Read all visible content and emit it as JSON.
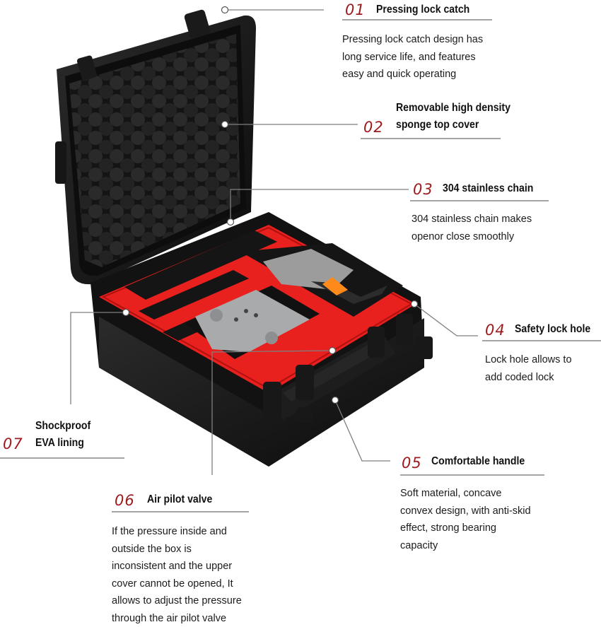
{
  "features": [
    {
      "id": "f01",
      "number": "01",
      "title_lines": [
        "Pressing lock catch"
      ],
      "desc_lines": [
        "Pressing lock catch design has",
        "long service life, and features",
        "easy and quick operating"
      ]
    },
    {
      "id": "f02",
      "number": "02",
      "title_lines": [
        "Removable high density",
        "sponge top cover"
      ],
      "desc_lines": []
    },
    {
      "id": "f03",
      "number": "03",
      "title_lines": [
        "304 stainless chain"
      ],
      "desc_lines": [
        "304 stainless chain makes",
        "openor close smoothly"
      ]
    },
    {
      "id": "f04",
      "number": "04",
      "title_lines": [
        "Safety lock hole"
      ],
      "desc_lines": [
        "Lock hole allows to",
        "add coded lock"
      ]
    },
    {
      "id": "f05",
      "number": "05",
      "title_lines": [
        "Comfortable handle"
      ],
      "desc_lines": [
        "Soft material, concave",
        "convex design, with anti-skid",
        "effect, strong bearing",
        "capacity"
      ]
    },
    {
      "id": "f06",
      "number": "06",
      "title_lines": [
        "Air pilot valve"
      ],
      "desc_lines": [
        "If the pressure inside and",
        "outside the box is",
        "inconsistent and the upper",
        "cover cannot be opened, It",
        "allows to adjust the pressure",
        "through the air pilot valve"
      ]
    },
    {
      "id": "f07",
      "number": "07",
      "title_lines": [
        "Shockproof",
        "EVA lining"
      ],
      "desc_lines": []
    }
  ],
  "colors": {
    "accent": "#9b1c1f",
    "case_body": "#1c1c1c",
    "foam_lining": "#e8201e",
    "controller": "#a9aaac"
  }
}
